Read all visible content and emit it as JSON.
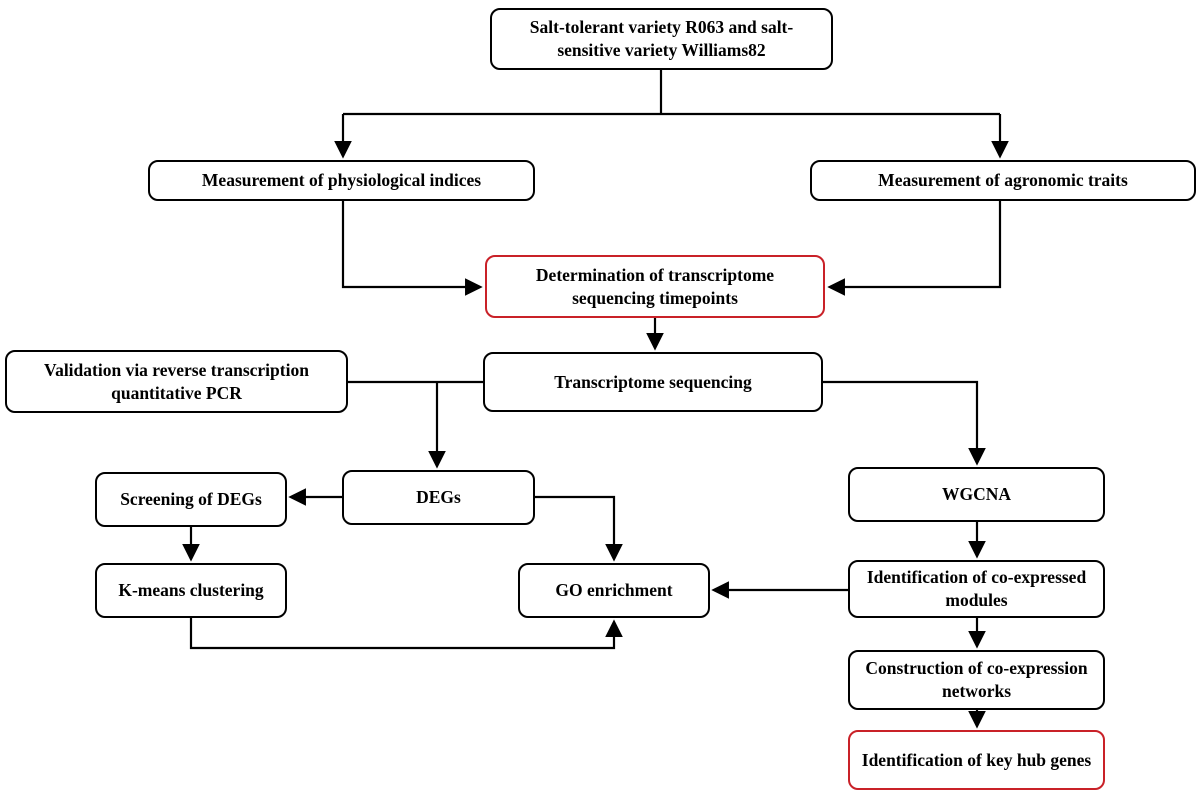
{
  "figure": {
    "type": "flowchart",
    "background": "#ffffff",
    "box_border_color": "#000000",
    "highlight_border_color": "#c92128",
    "text_color": "#000000"
  },
  "nodes": {
    "source_varieties": {
      "label": "Salt-tolerant variety R063 and salt-sensitive variety Williams82"
    },
    "physiological_indices": {
      "label": "Measurement of physiological indices"
    },
    "agronomic_traits": {
      "label": "Measurement of agronomic traits"
    },
    "sequencing_timepoints": {
      "label": "Determination of transcriptome sequencing timepoints"
    },
    "transcriptome_sequencing": {
      "label": "Transcriptome sequencing"
    },
    "rt_qpcr_validation": {
      "label": "Validation via reverse transcription quantitative PCR"
    },
    "degs": {
      "label": "DEGs"
    },
    "wgcna": {
      "label": "WGCNA"
    },
    "screening_degs": {
      "label": "Screening of DEGs"
    },
    "kmeans_clustering": {
      "label": "K-means clustering"
    },
    "go_enrichment": {
      "label": "GO enrichment"
    },
    "coexpressed_modules": {
      "label": "Identification of co-expressed modules"
    },
    "coexpression_networks": {
      "label": "Construction of co-expression networks"
    },
    "key_hub_genes": {
      "label": "Identification of key hub genes"
    }
  }
}
